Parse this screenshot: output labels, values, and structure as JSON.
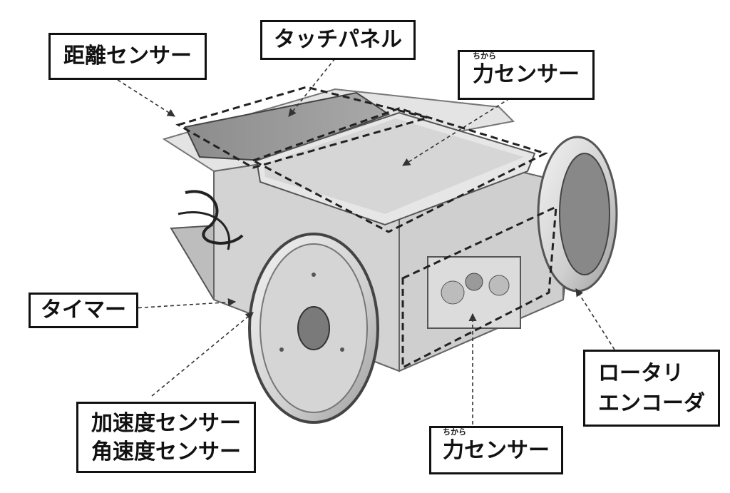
{
  "labels": {
    "distance_sensor": "距離センサー",
    "touch_panel": "タッチパネル",
    "force_sensor_top": {
      "ruby": "ちから",
      "base": "力",
      "rest": "センサー"
    },
    "timer": "タイマー",
    "accel_gyro_line1": "加速度センサー",
    "accel_gyro_line2": "角速度センサー",
    "rotary_encoder_line1": "ロータリ",
    "rotary_encoder_line2": "エンコーダ",
    "force_sensor_bottom": {
      "ruby": "ちから",
      "base": "力",
      "rest": "センサー"
    }
  },
  "colors": {
    "frame": "#111111",
    "leader": "#333333",
    "metal": "#bdbdbd",
    "acrylic": "#d9d9d9"
  },
  "icons": {
    "leader_arrow": "arrow-icon"
  }
}
